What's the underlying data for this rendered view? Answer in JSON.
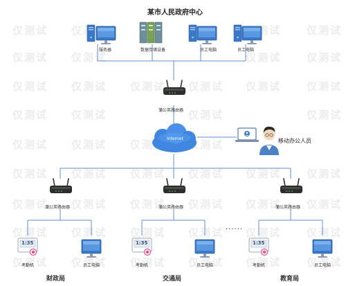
{
  "watermark": "仅测试",
  "title": "某市人民政府中心",
  "top_devices": {
    "server": "服务器",
    "storage": "数据存储设备",
    "pc1": "员工电脑",
    "pc2": "员工电脑"
  },
  "main_router": "蒲公英路由器",
  "cloud": "Internet",
  "mobile_office": "移动办公人员",
  "branches": [
    {
      "router": "蒲公英路由器",
      "device1": "考勤机",
      "device2": "员工电脑",
      "name": "财政局"
    },
    {
      "router": "蒲公英路由器",
      "device1": "考勤机",
      "device2": "员工电脑",
      "name": "交通局"
    },
    {
      "router": "蒲公英路由器",
      "device1": "考勤机",
      "device2": "员工电脑",
      "name": "教育局"
    }
  ],
  "ellipsis": "......",
  "clock_display": "1:35",
  "colors": {
    "line": "#5b8fd6",
    "device_blue": "#3a78c9",
    "cloud": "#3f86e0",
    "router": "#2d2d2d"
  }
}
